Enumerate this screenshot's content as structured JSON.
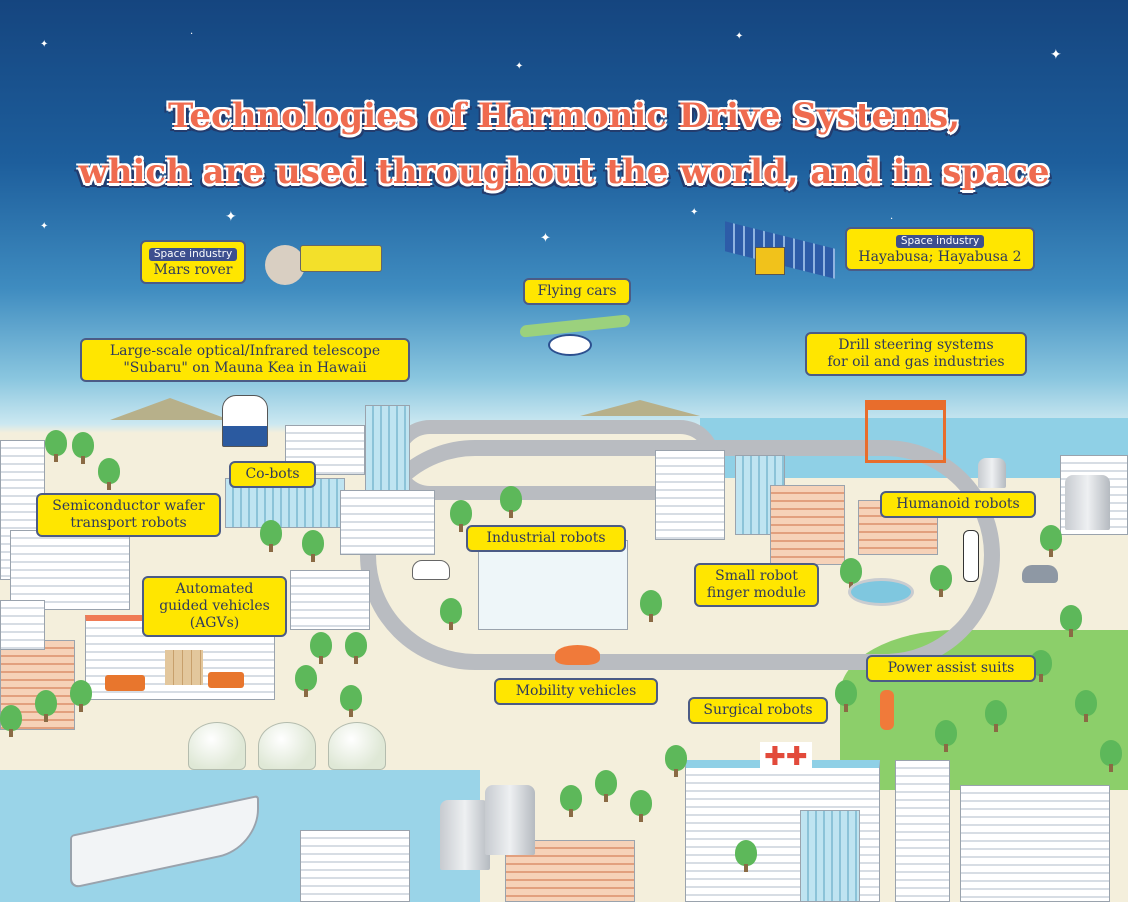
{
  "title": {
    "line1": "Technologies of Harmonic Drive Systems,",
    "line2": "which are used throughout the world, and in space"
  },
  "labels": {
    "mars_rover": {
      "tag": "Space industry",
      "text": "Mars rover"
    },
    "hayabusa": {
      "tag": "Space industry",
      "text": "Hayabusa; Hayabusa 2"
    },
    "flying_cars": "Flying cars",
    "telescope": {
      "line1": "Large-scale optical/Infrared telescope",
      "line2": "\"Subaru\" on Mauna Kea in Hawaii"
    },
    "drill": {
      "line1": "Drill steering systems",
      "line2": "for oil and gas industries"
    },
    "cobots": "Co-bots",
    "semiconductor": {
      "line1": "Semiconductor wafer",
      "line2": "transport robots"
    },
    "humanoid": "Humanoid robots",
    "industrial": "Industrial robots",
    "finger": {
      "line1": "Small robot",
      "line2": "finger module"
    },
    "agv": {
      "line1": "Automated",
      "line2": "guided vehicles",
      "line3": "(AGVs)"
    },
    "power_assist": "Power assist suits",
    "mobility": "Mobility vehicles",
    "surgical": "Surgical robots"
  },
  "colors": {
    "label_bg": "#ffe600",
    "label_border": "#4b5b86",
    "title": "#ef6b4f",
    "sky_top": "#15457f"
  }
}
